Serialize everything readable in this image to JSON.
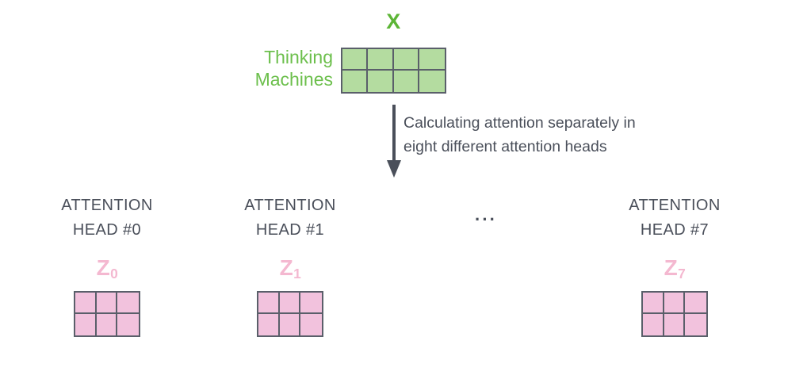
{
  "diagram": {
    "title_label": "X",
    "input": {
      "label": "X",
      "tokens": [
        "Thinking",
        "Machines"
      ],
      "matrix": {
        "rows": 2,
        "cols": 4,
        "fill_color": "#b4dca0",
        "border_color": "#5a5f6a"
      }
    },
    "transition": {
      "caption_lines": [
        "Calculating attention separately in",
        "eight different attention heads"
      ],
      "arrow_direction": "down",
      "arrow_color": "#4a4f5a"
    },
    "ellipsis": "···",
    "heads": [
      {
        "title_lines": [
          "ATTENTION",
          "HEAD #0"
        ],
        "output_label": "Z",
        "output_subscript": "0",
        "matrix": {
          "rows": 2,
          "cols": 3,
          "fill_color": "#f2c2dd",
          "border_color": "#5a5f6a"
        }
      },
      {
        "title_lines": [
          "ATTENTION",
          "HEAD #1"
        ],
        "output_label": "Z",
        "output_subscript": "1",
        "matrix": {
          "rows": 2,
          "cols": 3,
          "fill_color": "#f2c2dd",
          "border_color": "#5a5f6a"
        }
      },
      {
        "title_lines": [
          "ATTENTION",
          "HEAD #7"
        ],
        "output_label": "Z",
        "output_subscript": "7",
        "matrix": {
          "rows": 2,
          "cols": 3,
          "fill_color": "#f2c2dd",
          "border_color": "#5a5f6a"
        }
      }
    ],
    "colors": {
      "green_text": "#6cbf4c",
      "green_bold": "#5cb536",
      "green_fill": "#b4dca0",
      "pink_text": "#f4b8d0",
      "pink_fill": "#f2c2dd",
      "slate_text": "#4a4f5a",
      "cell_border": "#5a5f6a",
      "background": "#ffffff"
    }
  }
}
